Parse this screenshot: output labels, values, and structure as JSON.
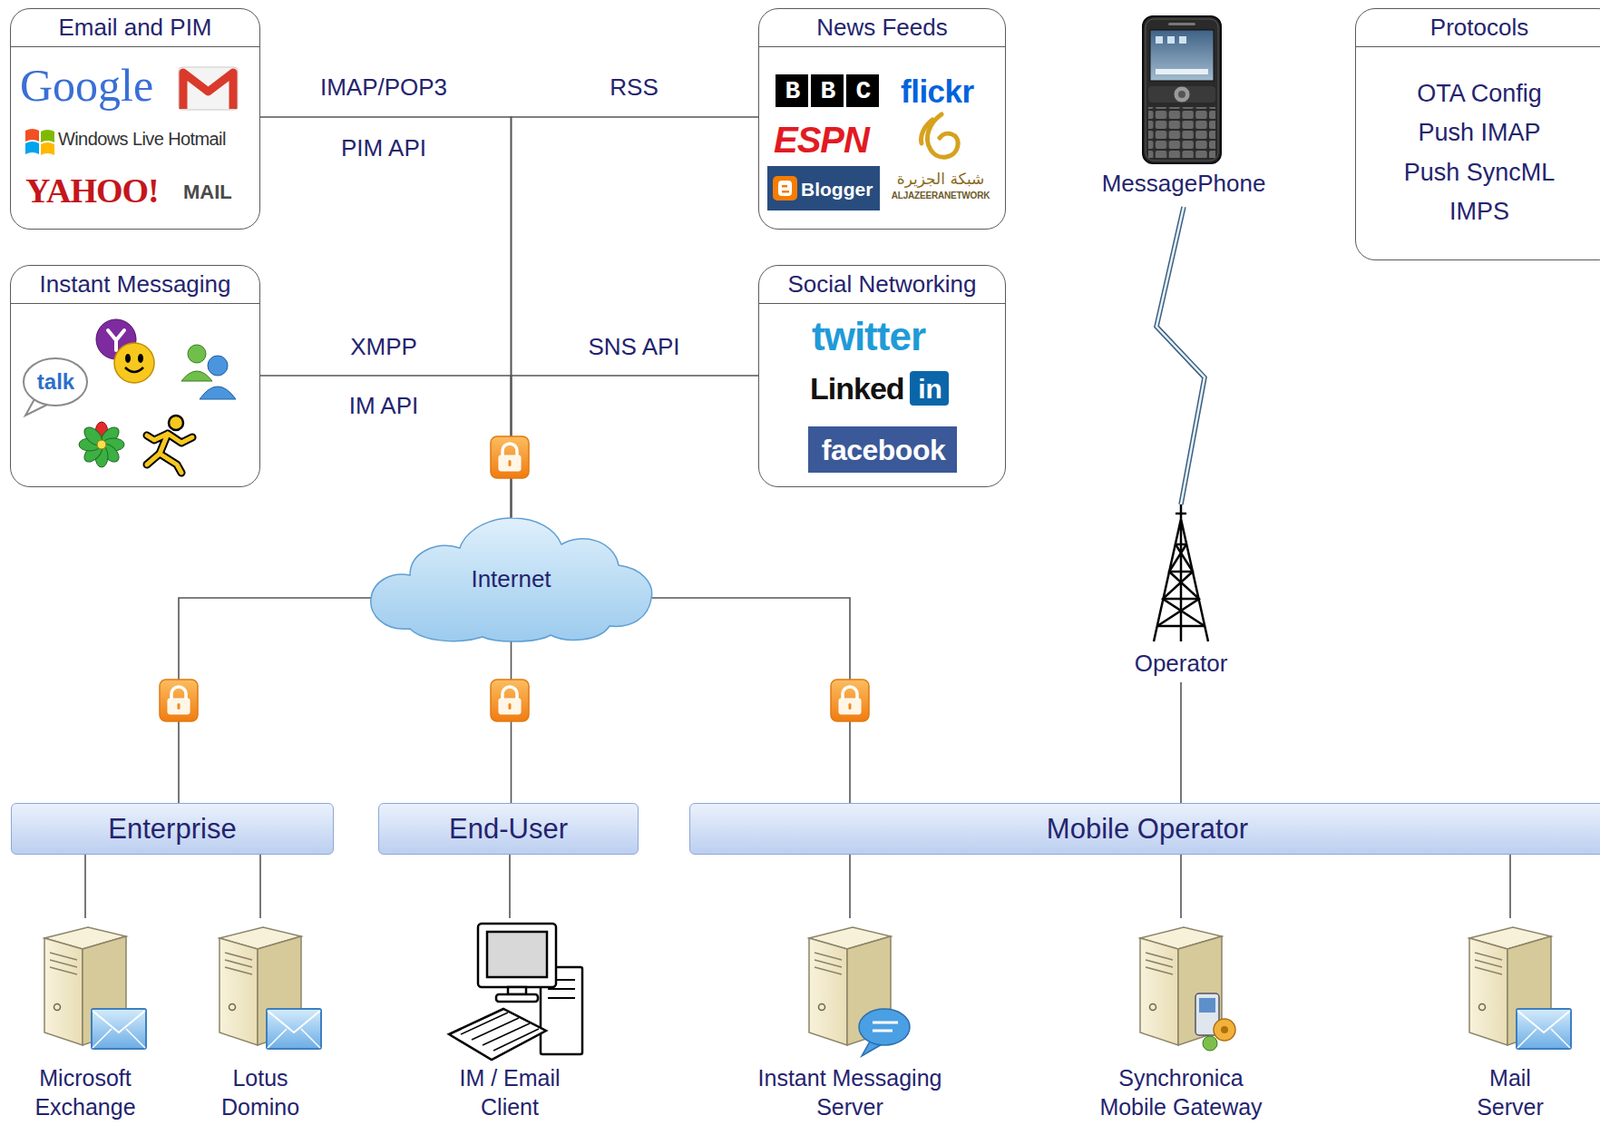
{
  "diagram": {
    "nodes": [
      {
        "text": [
          "Email and PIM",
          "Google",
          "Windows Live Hotmail",
          "YAHOO!",
          "MAIL"
        ]
      },
      {
        "text": [
          "News Feeds",
          "BBC",
          "flickr",
          "ESPN",
          "Blogger",
          "شبكة الجزيرة",
          "ALJAZEERANETWORK"
        ]
      },
      {
        "text": [
          "MessagePhone"
        ]
      },
      {
        "text": [
          "Protocols",
          "OTA Config",
          "Push IMAP",
          "Push SyncML",
          "IMPS"
        ]
      },
      {
        "text": [
          "Instant Messaging",
          "talk"
        ]
      },
      {
        "text": [
          "Social Networking",
          "twitter",
          "Linked",
          "in",
          "facebook"
        ]
      },
      {
        "text": [
          "Internet"
        ]
      },
      {
        "text": [
          "Operator"
        ]
      },
      {
        "text": [
          "Enterprise"
        ]
      },
      {
        "text": [
          "End-User"
        ]
      },
      {
        "text": [
          "Mobile Operator"
        ]
      },
      {
        "text": [
          "Microsoft Exchange"
        ]
      },
      {
        "text": [
          "Lotus Domino"
        ]
      },
      {
        "text": [
          "IM / Email Client"
        ]
      },
      {
        "text": [
          "Instant Messaging Server"
        ]
      },
      {
        "text": [
          "Synchronica Mobile Gateway"
        ]
      },
      {
        "text": [
          "Mail Server"
        ]
      }
    ],
    "edges": [
      {
        "from": 0,
        "to": 6,
        "label": "IMAP/POP3",
        "arrow": "none"
      },
      {
        "from": 1,
        "to": 6,
        "label": "RSS",
        "arrow": "none"
      },
      {
        "from": 4,
        "to": 6,
        "label": "XMPP",
        "arrow": "none"
      },
      {
        "from": 5,
        "to": 6,
        "label": "SNS API",
        "arrow": "none"
      },
      {
        "from": 6,
        "to": 8,
        "arrow": "none"
      },
      {
        "from": 6,
        "to": 9,
        "arrow": "none"
      },
      {
        "from": 6,
        "to": 10,
        "arrow": "none"
      },
      {
        "from": 8,
        "to": 11,
        "arrow": "none"
      },
      {
        "from": 8,
        "to": 12,
        "arrow": "none"
      },
      {
        "from": 9,
        "to": 13,
        "arrow": "none"
      },
      {
        "from": 10,
        "to": 14,
        "arrow": "none"
      },
      {
        "from": 10,
        "to": 15,
        "arrow": "none"
      },
      {
        "from": 10,
        "to": 16,
        "arrow": "none"
      },
      {
        "from": 10,
        "to": 7,
        "arrow": "none"
      },
      {
        "from": 7,
        "to": 2,
        "arrow": "none"
      }
    ],
    "labels": [
      "PIM API",
      "IM API"
    ]
  }
}
